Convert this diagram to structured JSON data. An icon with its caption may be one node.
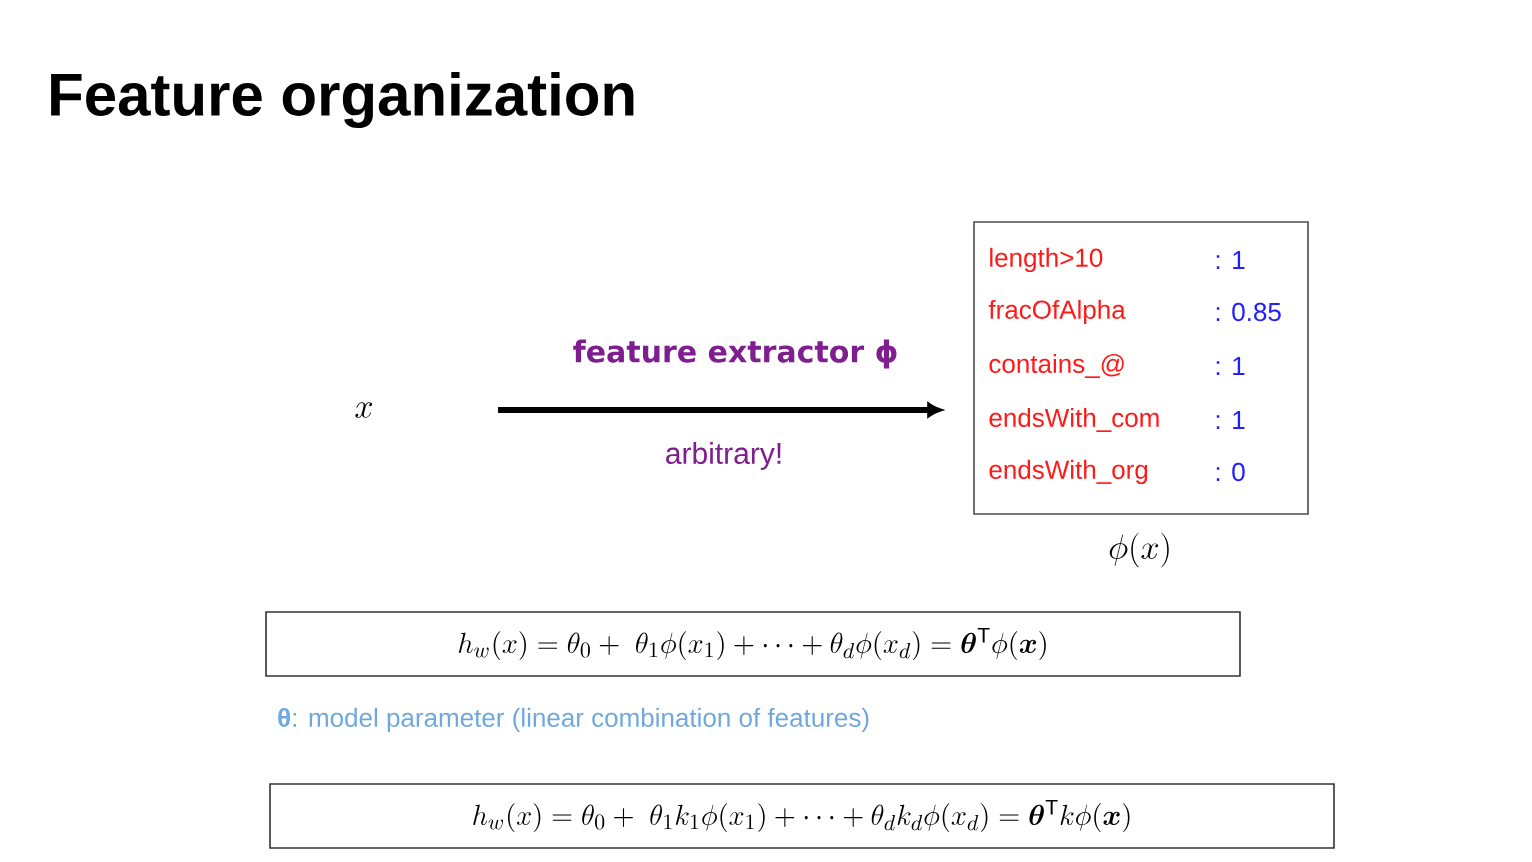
{
  "diagram": {
    "title": "Feature organization",
    "nodes": [
      {
        "text": [
          "x"
        ]
      },
      {
        "text": [
          "length>10",
          ": 1",
          "fracOfAlpha",
          ": 0.85",
          "contains_@",
          ": 1",
          "endsWith_com",
          ": 1",
          "endsWith_org",
          ": 0"
        ],
        "beside": [
          "\\phi(x)"
        ]
      },
      {
        "text": [
          "h_w(x) = \\theta_0 +\\ \\theta_1\\phi(x_1) + \\cdots + \\theta_d\\phi(x_d) = \\bm{\\theta}^{\\mathrm{T}}\\phi(\\bm{x})"
        ]
      },
      {
        "text": [
          "h_w(x) = \\theta_0 +\\ \\theta_1 k_1\\phi(x_1) + \\cdots + \\theta_d k_d\\phi(x_d) = \\bm{\\theta}^{\\mathrm{T}} k\\phi(\\bm{x})"
        ]
      }
    ],
    "edges": [
      {
        "from": 0,
        "to": 1,
        "arrow": "to",
        "label": "feature extractor ϕ"
      }
    ],
    "labels": [
      "arbitrary!",
      "**θ**: model parameter (linear combination of features)"
    ]
  }
}
